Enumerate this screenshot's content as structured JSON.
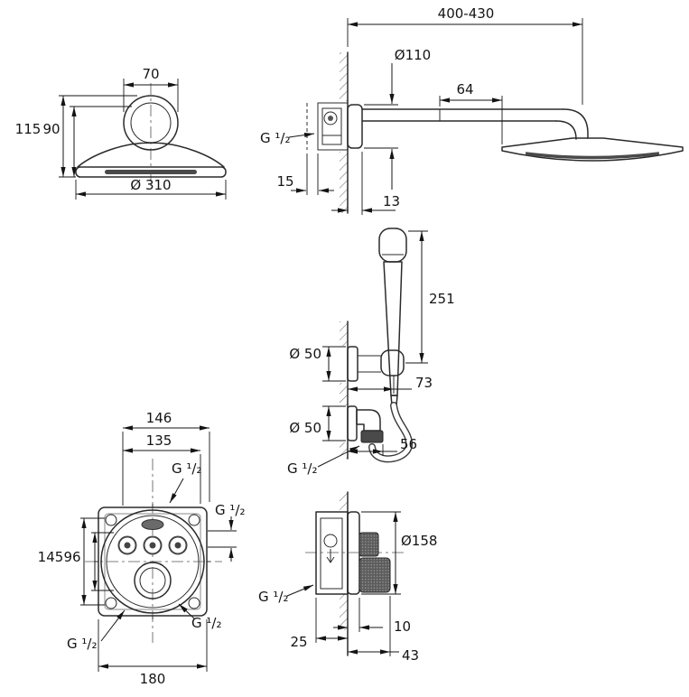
{
  "colors": {
    "line": "#141414",
    "dark_fill": "#4a4a4a",
    "background": "#ffffff"
  },
  "labels": {
    "head_front": {
      "w70": "70",
      "h115": "115",
      "h90": "90",
      "d310": "Ø 310"
    },
    "head_side": {
      "range": "400-430",
      "d110": "Ø110",
      "n64": "64",
      "g": "G ¹/₂",
      "n15": "15",
      "n13": "13"
    },
    "hand": {
      "n251": "251",
      "d50_holder": "Ø 50",
      "n73": "73",
      "d50_outlet": "Ø 50",
      "n56": "56",
      "g": "G ¹/₂"
    },
    "valve_front": {
      "n146": "146",
      "n135": "135",
      "g_top": "G ¹/₂",
      "g_right": "G ¹/₂",
      "n145": "145",
      "n96": "96",
      "g_bottom_right": "G ¹/₂",
      "g_bottom_left": "G ¹/₂",
      "n180": "180"
    },
    "valve_side": {
      "d158": "Ø158",
      "g": "G ¹/₂",
      "n10": "10",
      "n25": "25",
      "n43": "43"
    }
  }
}
